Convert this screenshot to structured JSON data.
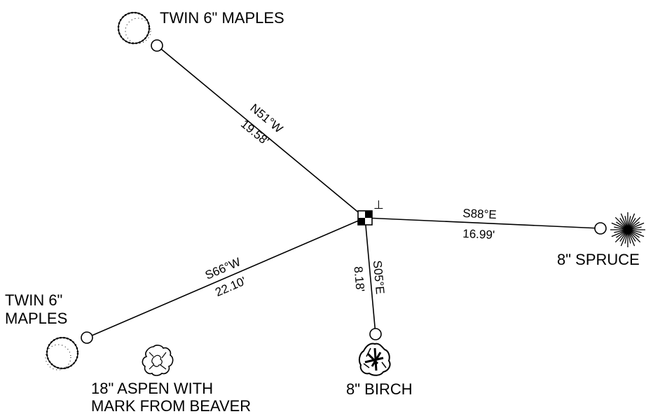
{
  "diagram": {
    "corner_mark": "⊥",
    "legs": [
      {
        "id": "nw",
        "bearing": "N51°W",
        "distance": "19.58'"
      },
      {
        "id": "ene",
        "bearing": "S88°E",
        "distance": "16.99'"
      },
      {
        "id": "s",
        "bearing": "S05°E",
        "distance": "8.18'"
      },
      {
        "id": "wsw",
        "bearing": "S66°W",
        "distance": "22.10'"
      }
    ],
    "trees": [
      {
        "id": "twin-maples-nw",
        "label": "TWIN 6\" MAPLES",
        "symbol": "maple-icon"
      },
      {
        "id": "spruce",
        "label": "8\" SPRUCE",
        "symbol": "spruce-icon"
      },
      {
        "id": "birch",
        "label": "8\" BIRCH",
        "symbol": "birch-icon"
      },
      {
        "id": "twin-maples-sw",
        "label_lines": [
          "TWIN 6\"",
          "MAPLES"
        ],
        "symbol": "maple-icon"
      },
      {
        "id": "aspen",
        "label_lines": [
          "18\" ASPEN WITH",
          "MARK FROM BEAVER"
        ],
        "symbol": "aspen-icon"
      }
    ]
  }
}
